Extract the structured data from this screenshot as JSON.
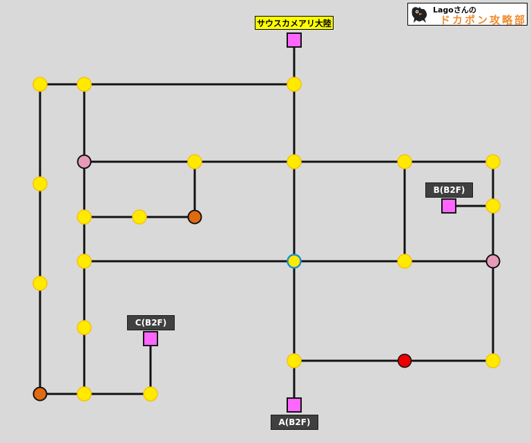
{
  "logo": {
    "brand": "Lagoさんの",
    "title": "ドカポン攻略部",
    "mascot_icon": "bird-mascot-icon"
  },
  "labels": {
    "north_exit": "サウスカメアリ大陸",
    "exit_a": "A(B2F)",
    "exit_b": "B(B2F)",
    "exit_c": "C(B2F)"
  },
  "colors": {
    "background": "#d9d9d9",
    "path": "#111111",
    "yellow_space": "#ffea00",
    "pink_space": "#e79ab8",
    "orange_space": "#e06a10",
    "red_space": "#ee0000",
    "exit_square": "#ff66ff",
    "current_marker": "#1a8fd0"
  }
}
